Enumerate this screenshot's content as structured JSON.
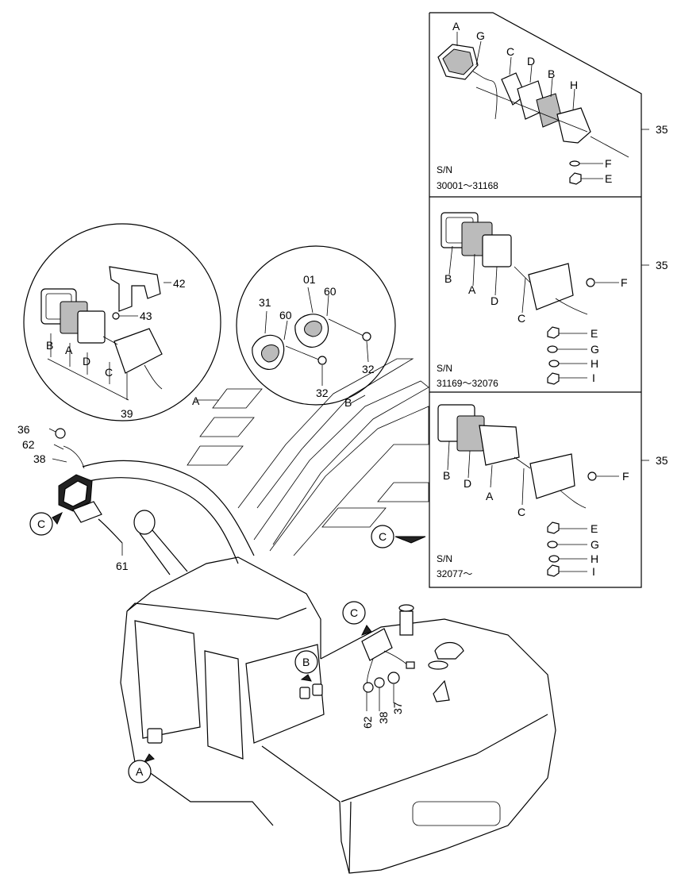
{
  "labels": {
    "A": "A",
    "B": "B",
    "C": "C",
    "D": "D",
    "E": "E",
    "F": "F",
    "G": "G",
    "H": "H",
    "I": "I",
    "p35": "35",
    "p42": "42",
    "p43": "43",
    "p39": "39",
    "p31": "31",
    "p60": "60",
    "p01": "01",
    "p32": "32",
    "p36": "36",
    "p62": "62",
    "p38": "38",
    "p61": "61",
    "p37": "37"
  },
  "serials": {
    "sn": "S/N",
    "range1": "30001～31168",
    "range2": "31169～32076",
    "range3": "32077～"
  },
  "callouts": {
    "A": "A",
    "B": "B",
    "C": "C"
  }
}
